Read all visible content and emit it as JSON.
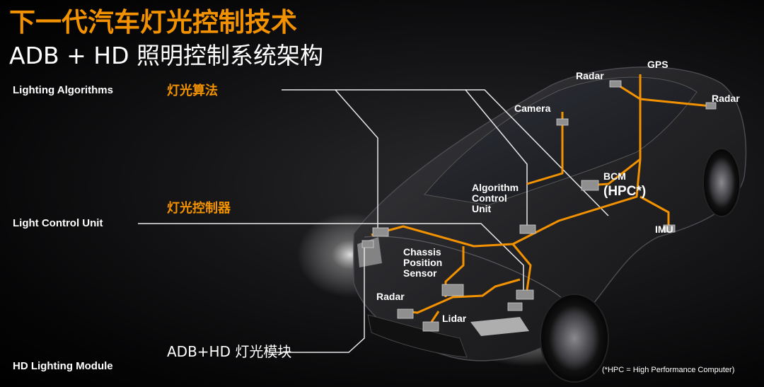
{
  "colors": {
    "accent": "#f39200",
    "text": "#ffffff",
    "background": "#000000"
  },
  "header": {
    "title": "下一代汽车灯光控制技术",
    "subtitle": "ADB + HD 照明控制系统架构"
  },
  "rows": {
    "lighting_algorithms": {
      "en": "Lighting Algorithms",
      "cn": "灯光算法"
    },
    "light_control_unit": {
      "en": "Light Control Unit",
      "cn": "灯光控制器"
    },
    "hd_lighting_module": {
      "en": "HD Lighting Module",
      "cn": "ADB+HD 灯光模块"
    }
  },
  "components": {
    "radar_top": "Radar",
    "gps": "GPS",
    "radar_right": "Radar",
    "camera": "Camera",
    "bcm": "BCM",
    "hpc": "(HPC*)",
    "algorithm_control_unit": "Algorithm Control Unit",
    "imu": "IMU",
    "chassis_position_sensor": "Chassis Position Sensor",
    "radar_front": "Radar",
    "lidar": "Lidar"
  },
  "footnote": "(*HPC = High Performance Computer)"
}
